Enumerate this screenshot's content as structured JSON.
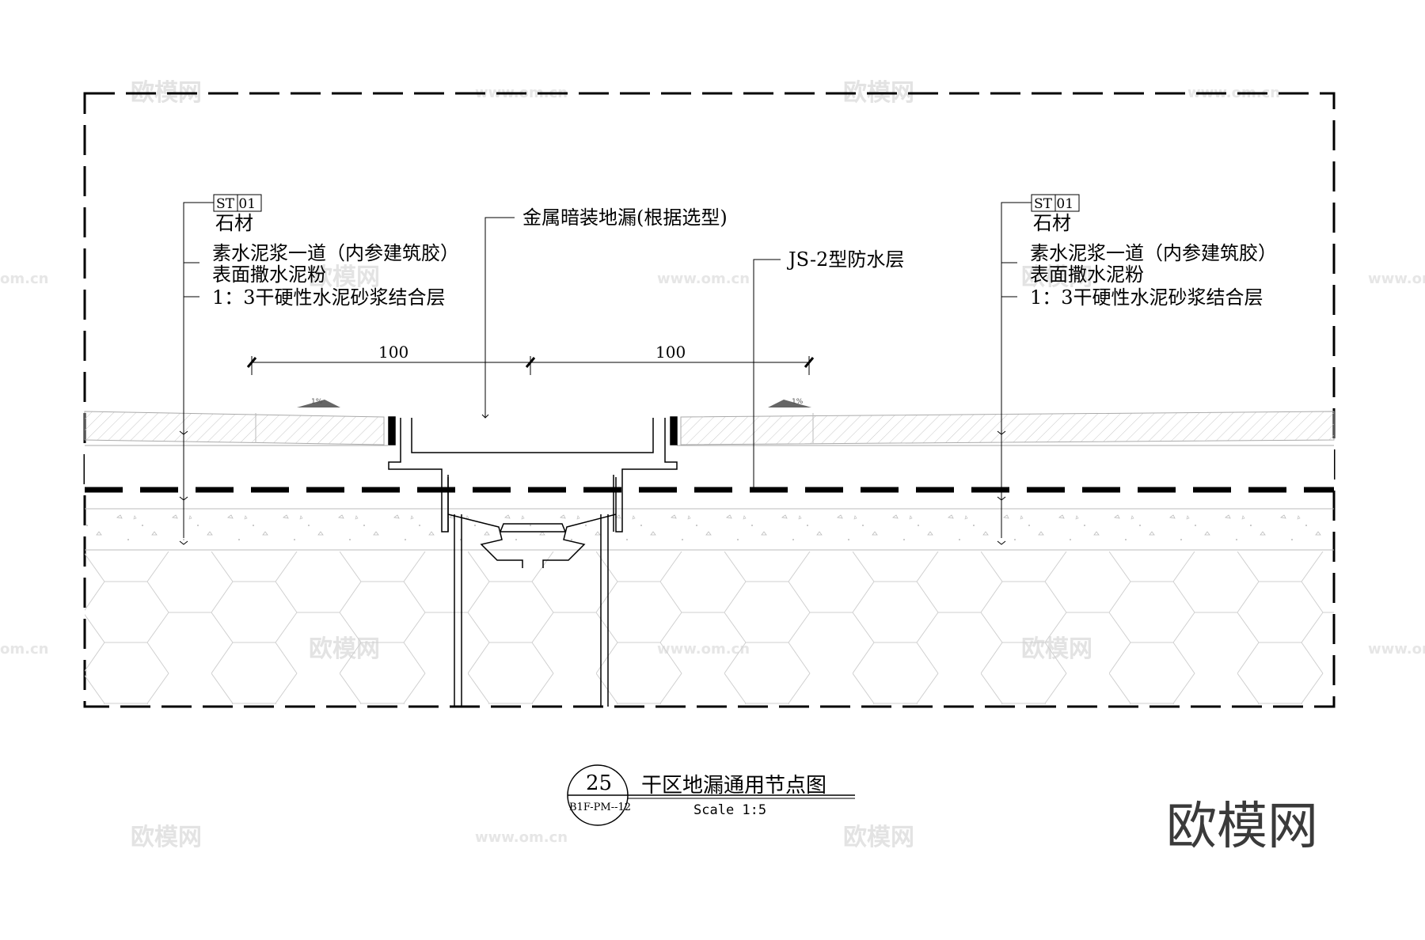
{
  "labels": {
    "left_tag_code": "ST 01",
    "left_tag_material": "石材",
    "left_layer_1a": "素水泥浆一道（内参建筑胶）",
    "left_layer_1b": "表面撒水泥粉",
    "left_layer_2": "1：3干硬性水泥砂浆结合层",
    "drain_label": "金属暗装地漏(根据选型)",
    "waterproof_label": "JS-2型防水层",
    "right_tag_code": "ST 01",
    "right_tag_material": "石材",
    "right_layer_1a": "素水泥浆一道（内参建筑胶）",
    "right_layer_1b": "表面撒水泥粉",
    "right_layer_2": "1：3干硬性水泥砂浆结合层"
  },
  "dimensions": {
    "left": "100",
    "right": "100",
    "slope_left": "1%",
    "slope_right": "1%"
  },
  "title_block": {
    "number": "25",
    "reference": "B1F-PM--12",
    "title": "干区地漏通用节点图",
    "scale": "Scale 1:5"
  },
  "watermark": {
    "brand": "欧模网",
    "url": "www.om.cn",
    "url_fragment": "om.cn"
  },
  "logo": {
    "text": "欧模网"
  }
}
